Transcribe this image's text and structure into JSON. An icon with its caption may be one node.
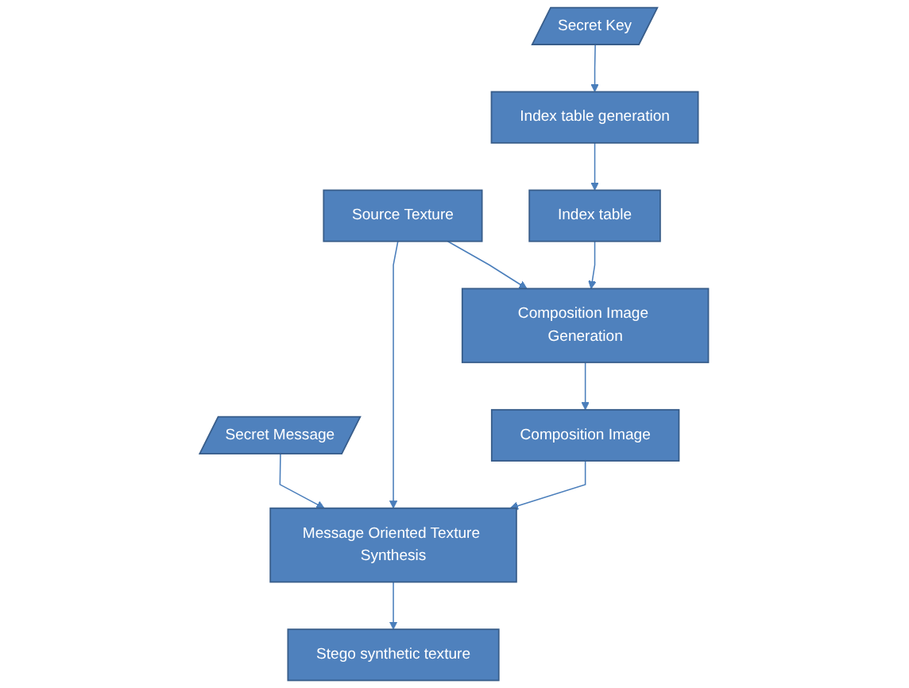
{
  "diagram": {
    "nodes": [
      {
        "text": [
          "Secret Key"
        ]
      },
      {
        "text": [
          "Source Texture"
        ]
      },
      {
        "text": [
          "Secret Message"
        ]
      },
      {
        "text": [
          "Index table generation"
        ]
      },
      {
        "text": [
          "Composition Image Generation"
        ]
      },
      {
        "text": [
          "Message Oriented Texture Synthesis"
        ]
      },
      {
        "text": [
          "Index table"
        ]
      },
      {
        "text": [
          "Composition Image"
        ]
      },
      {
        "text": [
          "Stego synthetic texture"
        ]
      }
    ],
    "edges": [
      {
        "from": 0,
        "to": 3,
        "arrow": "to"
      },
      {
        "from": 3,
        "to": 6,
        "arrow": "to"
      },
      {
        "from": 6,
        "to": 4,
        "arrow": "to"
      },
      {
        "from": 1,
        "to": 4,
        "arrow": "to"
      },
      {
        "from": 1,
        "to": 5,
        "arrow": "to"
      },
      {
        "from": 2,
        "to": 5,
        "arrow": "to"
      },
      {
        "from": 4,
        "to": 7,
        "arrow": "to"
      },
      {
        "from": 7,
        "to": 5,
        "arrow": "to"
      },
      {
        "from": 5,
        "to": 8,
        "arrow": "to"
      }
    ]
  }
}
